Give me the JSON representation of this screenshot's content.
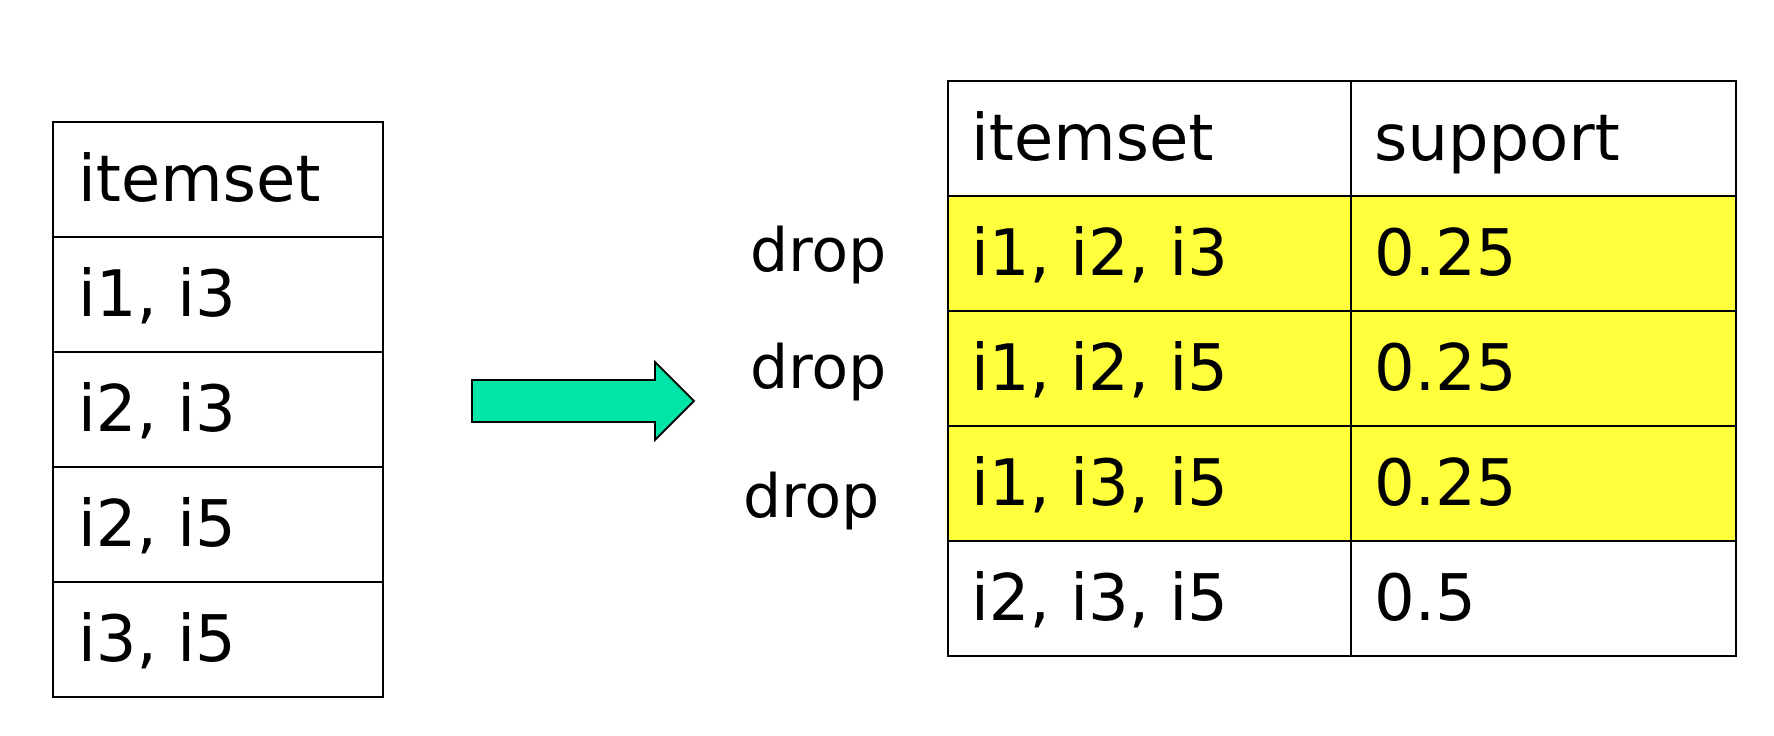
{
  "left_table": {
    "header": "itemset",
    "rows": [
      "i1, i3",
      "i2, i3",
      "i2, i5",
      "i3, i5"
    ]
  },
  "right_table": {
    "headers": [
      "itemset",
      "support"
    ],
    "rows": [
      {
        "itemset": "i1, i2, i3",
        "support": "0.25",
        "highlighted": true
      },
      {
        "itemset": "i1, i2, i5",
        "support": "0.25",
        "highlighted": true
      },
      {
        "itemset": "i1, i3, i5",
        "support": "0.25",
        "highlighted": true
      },
      {
        "itemset": "i2, i3, i5",
        "support": "0.5",
        "highlighted": false
      }
    ]
  },
  "drop_labels": [
    "drop",
    "drop",
    "drop"
  ],
  "colors": {
    "highlight": "#ffff3b",
    "arrow_fill": "#00e5a8",
    "border": "#000000"
  }
}
